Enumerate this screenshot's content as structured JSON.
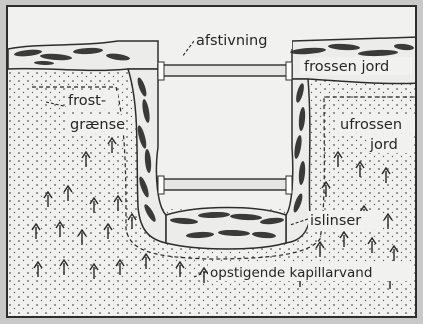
{
  "figure": {
    "labels": {
      "afstivning": "afstivning",
      "frossen_jord": "frossen jord",
      "frost": "frost-",
      "graense": "grænse",
      "ufrossen": "ufrossen",
      "jord": "jord",
      "islinser": "islinser",
      "opstigende_kapillarvand": "opstigende kapillarvand"
    },
    "colors": {
      "page_background": "#c9c9c7",
      "paper": "#f1f1ef",
      "ink": "#262624",
      "frozen_soil": "#3a3a37",
      "frozen_fill": "#ececea"
    },
    "icons": {
      "capillary_arrow": "up-arrow-icon",
      "strut": "strut-icon",
      "ice_lens": "ice-lens-icon"
    }
  }
}
